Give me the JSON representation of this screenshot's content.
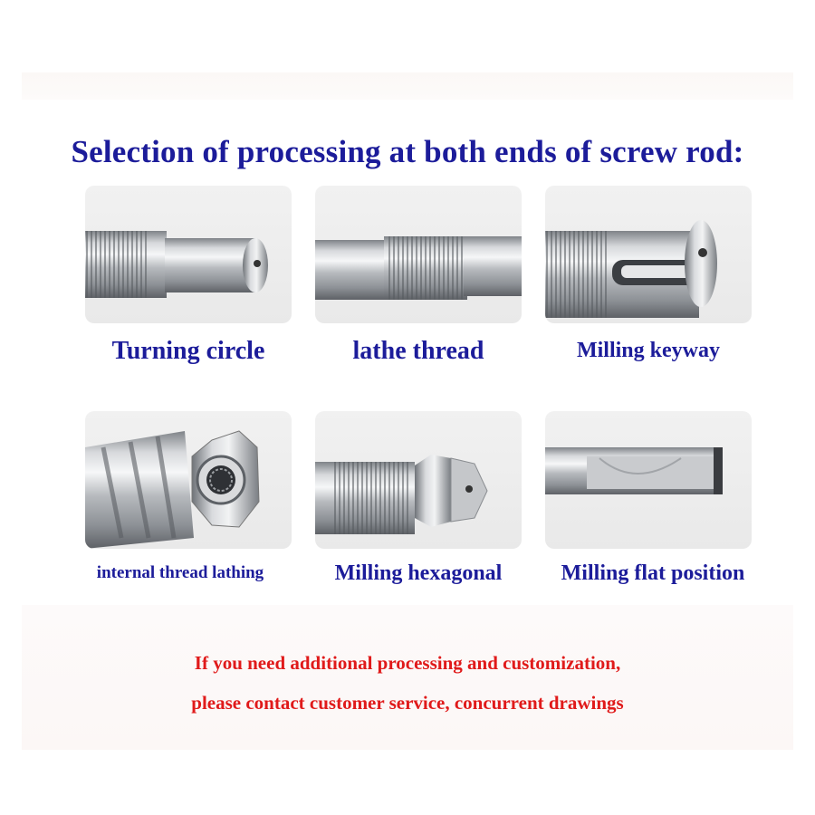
{
  "title": "Selection of processing at both ends of screw rod:",
  "options": [
    {
      "label": "Turning circle",
      "icon": "turned-shaft-icon"
    },
    {
      "label": "lathe thread",
      "icon": "threaded-shaft-icon"
    },
    {
      "label": "Milling keyway",
      "icon": "keyway-shaft-icon"
    },
    {
      "label": "internal thread lathing",
      "icon": "internal-thread-icon"
    },
    {
      "label": "Milling hexagonal",
      "icon": "hexagonal-end-icon"
    },
    {
      "label": "Milling flat position",
      "icon": "flat-milled-shaft-icon"
    }
  ],
  "notes": {
    "line1": "If you need additional processing and customization,",
    "line2": "please contact customer service, concurrent drawings"
  },
  "colors": {
    "title": "#1c1c9a",
    "note": "#e01a1a",
    "panel": "#ececec",
    "steel": "#b9bcc0"
  }
}
